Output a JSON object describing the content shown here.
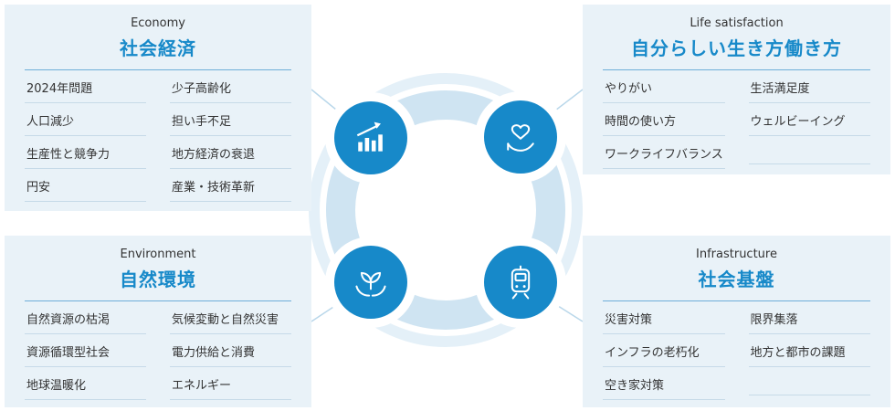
{
  "colors": {
    "accent_blue": "#1789c9",
    "card_background": "#e9f2f8",
    "ring_blue": "#cfe4f2",
    "text": "#333333"
  },
  "cards": {
    "economy": {
      "label": "Economy",
      "title": "社会経済",
      "col1": [
        "2024年問題",
        "人口減少",
        "生産性と競争力",
        "円安"
      ],
      "col2": [
        "少子高齢化",
        "担い手不足",
        "地方経済の衰退",
        "産業・技術革新"
      ]
    },
    "life": {
      "label": "Life satisfaction",
      "title": "自分らしい生き方働き方",
      "col1": [
        "やりがい",
        "時間の使い方",
        "ワークライフバランス"
      ],
      "col2": [
        "生活満足度",
        "ウェルビーイング"
      ]
    },
    "environment": {
      "label": "Environment",
      "title": "自然環境",
      "col1": [
        "自然資源の枯渇",
        "資源循環型社会",
        "地球温暖化"
      ],
      "col2": [
        "気候変動と自然災害",
        "電力供給と消費",
        "エネルギー"
      ]
    },
    "infrastructure": {
      "label": "Infrastructure",
      "title": "社会基盤",
      "col1": [
        "災害対策",
        "インフラの老朽化",
        "空き家対策"
      ],
      "col2": [
        "限界集落",
        "地方と都市の課題"
      ]
    }
  },
  "icons": {
    "economy": "bar-chart-growth-icon",
    "life": "heart-in-hand-icon",
    "environment": "plant-in-hands-icon",
    "infrastructure": "train-icon"
  }
}
